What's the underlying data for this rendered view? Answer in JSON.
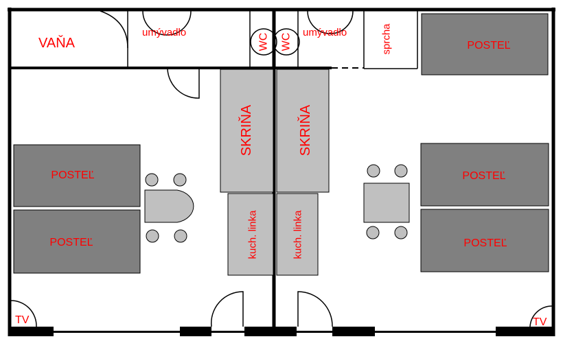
{
  "colors": {
    "wall": "#000000",
    "thin_line": "#000000",
    "bed_fill": "#808080",
    "furniture_fill": "#c0c0c0",
    "label": "#ff0000",
    "background": "#ffffff"
  },
  "rooms": {
    "left": {
      "bathtub": "VAŇA",
      "sink": "umývadlo",
      "wc": "WC",
      "wardrobe": "SKRIŇA",
      "kitchen": "kuch. linka",
      "bed_upper": "POSTEĽ",
      "bed_lower": "POSTEĽ",
      "tv": "TV"
    },
    "right": {
      "wc": "WC",
      "sink": "umývadlo",
      "shower": "sprcha",
      "bed_top": "POSTEĽ",
      "wardrobe": "SKRIŇA",
      "kitchen": "kuch. linka",
      "bed_upper": "POSTEĽ",
      "bed_lower": "POSTEĽ",
      "tv": "TV"
    }
  }
}
